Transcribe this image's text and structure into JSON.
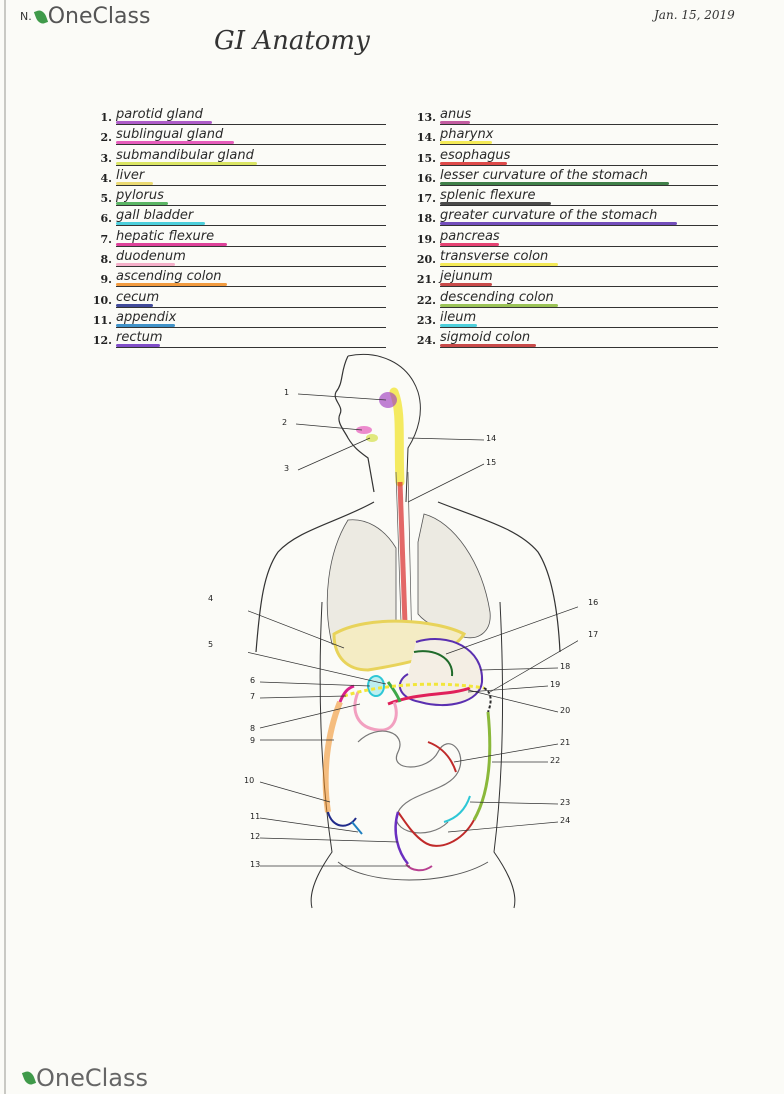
{
  "branding": {
    "logo_text": "OneClass",
    "corner_mark": "N."
  },
  "header": {
    "date": "Jan. 15, 2019",
    "title": "GI Anatomy"
  },
  "answers": [
    {
      "number": "1.",
      "text": "parotid gland",
      "color": "#a03fc0"
    },
    {
      "number": "2.",
      "text": "sublingual gland",
      "color": "#e23fb0"
    },
    {
      "number": "3.",
      "text": "submandibular gland",
      "color": "#d4e04a"
    },
    {
      "number": "4.",
      "text": "liver",
      "color": "#e8d35a"
    },
    {
      "number": "5.",
      "text": "pylorus",
      "color": "#3ea84a"
    },
    {
      "number": "6.",
      "text": "gall bladder",
      "color": "#2ec7d6"
    },
    {
      "number": "7.",
      "text": "hepatic flexure",
      "color": "#d8208a"
    },
    {
      "number": "8.",
      "text": "duodenum",
      "color": "#f2a0c0"
    },
    {
      "number": "9.",
      "text": "ascending colon",
      "color": "#f08a1e"
    },
    {
      "number": "10.",
      "text": "cecum",
      "color": "#202a8a"
    },
    {
      "number": "11.",
      "text": "appendix",
      "color": "#1f7fbf"
    },
    {
      "number": "12.",
      "text": "rectum",
      "color": "#6a2fc0"
    },
    {
      "number": "13.",
      "text": "anus",
      "color": "#b84090"
    },
    {
      "number": "14.",
      "text": "pharynx",
      "color": "#f2e63a"
    },
    {
      "number": "15.",
      "text": "esophagus",
      "color": "#d82a2a"
    },
    {
      "number": "16.",
      "text": "lesser curvature of the stomach",
      "color": "#1f6a2a"
    },
    {
      "number": "17.",
      "text": "splenic flexure",
      "color": "#2c2c2c"
    },
    {
      "number": "18.",
      "text": "greater curvature of the stomach",
      "color": "#5a2fb0"
    },
    {
      "number": "19.",
      "text": "pancreas",
      "color": "#e0205a"
    },
    {
      "number": "20.",
      "text": "transverse colon",
      "color": "#f2e63a"
    },
    {
      "number": "21.",
      "text": "jejunum",
      "color": "#c02a2a"
    },
    {
      "number": "22.",
      "text": "descending colon",
      "color": "#8ab83a"
    },
    {
      "number": "23.",
      "text": "ileum",
      "color": "#2ec7d6"
    },
    {
      "number": "24.",
      "text": "sigmoid colon",
      "color": "#c02a2a"
    }
  ],
  "figure": {
    "callouts_left": [
      "1",
      "2",
      "3",
      "4",
      "5",
      "6",
      "7",
      "8",
      "9",
      "10",
      "11",
      "12",
      "13"
    ],
    "callouts_right": [
      "14",
      "15",
      "16",
      "17",
      "18",
      "19",
      "20",
      "21",
      "22",
      "23",
      "24"
    ]
  },
  "colors": {
    "ink": "#222222",
    "paper": "#fbfbf7"
  }
}
